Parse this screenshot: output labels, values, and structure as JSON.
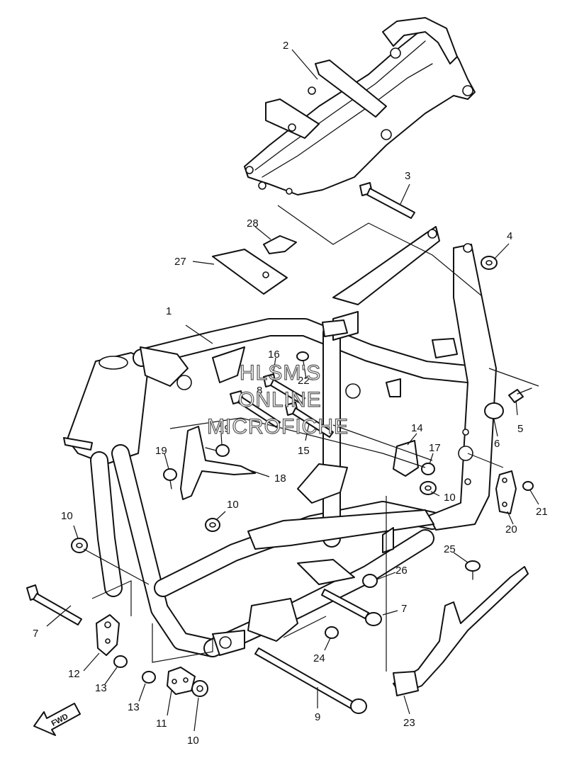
{
  "watermark": {
    "line1": "HLSM'S",
    "line2": "ONLINE",
    "line3": "MICROFICHE"
  },
  "fwd_badge": {
    "label": "FWD"
  },
  "callouts": {
    "c1": "1",
    "c2": "2",
    "c3": "3",
    "c4": "4",
    "c5": "5",
    "c6": "6",
    "c7a": "7",
    "c7b": "7",
    "c8": "8",
    "c9": "9",
    "c10a": "10",
    "c10b": "10",
    "c10c": "10",
    "c10d": "10",
    "c11": "11",
    "c12": "12",
    "c13a": "13",
    "c13b": "13",
    "c14": "14",
    "c15": "15",
    "c16": "16",
    "c17": "17",
    "c18": "18",
    "c19a": "19",
    "c19b": "19",
    "c20": "20",
    "c21": "21",
    "c22": "22",
    "c23": "23",
    "c24": "24",
    "c25": "25",
    "c26": "26",
    "c27": "27",
    "c28": "28"
  }
}
